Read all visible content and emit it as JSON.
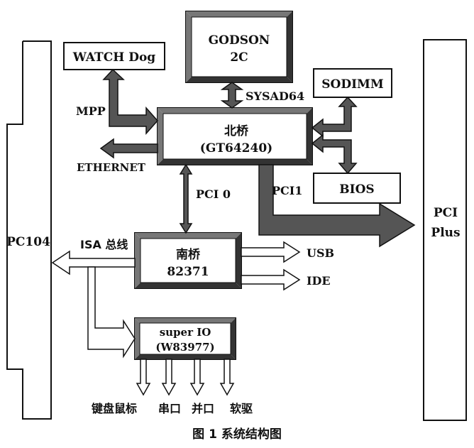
{
  "diagram": {
    "blocks": {
      "godson": {
        "line1": "GODSON",
        "line2": "2C"
      },
      "watchdog": "WATCH Dog",
      "sodimm": "SODIMM",
      "bios": "BIOS",
      "north_bridge": {
        "line1": "北桥",
        "line2": "(GT64240)"
      },
      "south_bridge": {
        "line1": "南桥",
        "line2": "82371"
      },
      "super_io": {
        "line1": "super IO",
        "line2": "(W83977)"
      },
      "pc104": "PC104",
      "pci_plus": {
        "line1": "PCI",
        "line2": "Plus"
      }
    },
    "labels": {
      "sysad64": "SYSAD64",
      "mpp": "MPP",
      "ethernet": "ETHERNET",
      "pci0": "PCI 0",
      "pci1": "PCI1",
      "isa_bus": "ISA 总线",
      "usb": "USB",
      "ide": "IDE"
    },
    "peripherals": [
      "键盘鼠标",
      "串口",
      "并口",
      "软驱"
    ]
  },
  "caption": "图 1 系统结构图",
  "colors": {
    "dark_arrow": "#555555",
    "line": "#111111",
    "background": "#ffffff"
  }
}
